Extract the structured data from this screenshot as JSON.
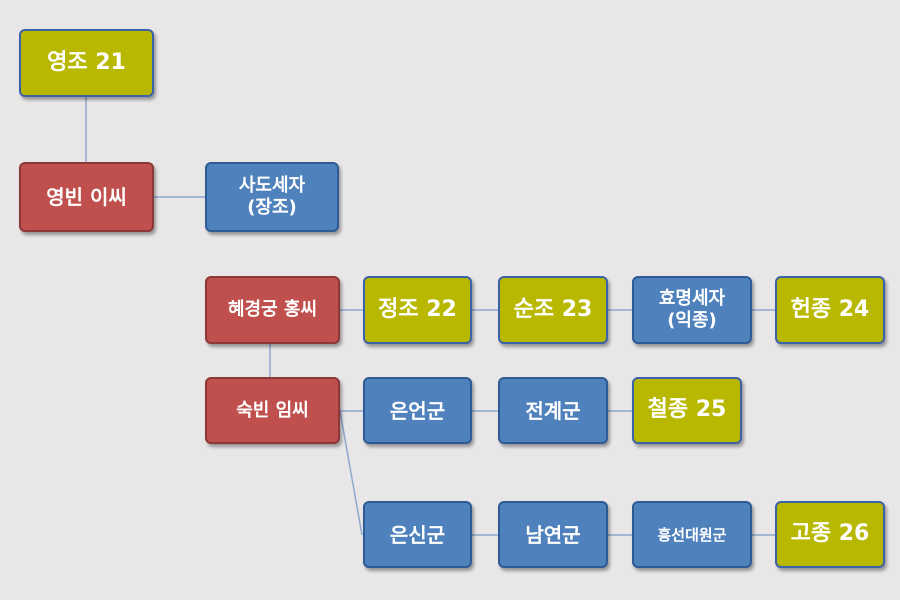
{
  "colors": {
    "king_fill": "#b8b800",
    "king_border": "#3b62a6",
    "consort_fill": "#c0504d",
    "prince_fill": "#4f81bd",
    "connector": "#8ea9d0",
    "background": "#e8e6e7"
  },
  "nodes": {
    "yeongjo": "영조 21",
    "yeongbin": "영빈 이씨",
    "sado_line1": "사도세자",
    "sado_line2": "(장조)",
    "hyegyeong": "혜경궁 홍씨",
    "sukbin": "숙빈 임씨",
    "jeongjo": "정조 22",
    "sunjo": "순조 23",
    "hyomyeong_line1": "효명세자",
    "hyomyeong_line2": "(익종)",
    "heonjong": "헌종 24",
    "euneon": "은언군",
    "jeongye": "전계군",
    "cheoljong": "철종 25",
    "eunsin": "은신군",
    "namyeon": "남연군",
    "heungseon": "흥선대원군",
    "gojong": "고종 26"
  }
}
